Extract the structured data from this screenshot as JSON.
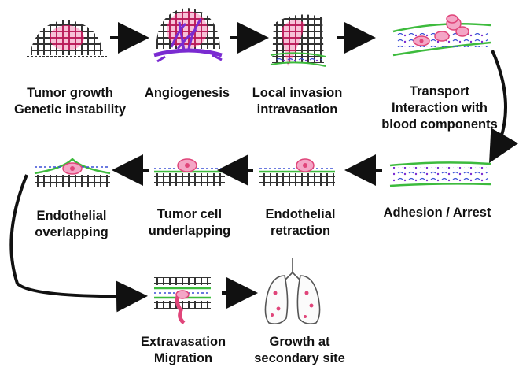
{
  "diagram": {
    "steps": [
      {
        "id": "tumor-growth",
        "lines": [
          "Tumor growth",
          "Genetic instability"
        ]
      },
      {
        "id": "angiogenesis",
        "lines": [
          "Angiogenesis"
        ]
      },
      {
        "id": "local-invasion",
        "lines": [
          "Local invasion",
          "intravasation"
        ]
      },
      {
        "id": "transport",
        "lines": [
          "Transport",
          "Interaction with",
          "blood components"
        ]
      },
      {
        "id": "adhesion",
        "lines": [
          "Adhesion / Arrest"
        ]
      },
      {
        "id": "endothelial-retraction",
        "lines": [
          "Endothelial",
          "retraction"
        ]
      },
      {
        "id": "tumor-cell-underlapping",
        "lines": [
          "Tumor cell",
          "underlapping"
        ]
      },
      {
        "id": "endothelial-overlapping",
        "lines": [
          "Endothelial",
          "overlapping"
        ]
      },
      {
        "id": "extravasation",
        "lines": [
          "Extravasation",
          "Migration"
        ]
      },
      {
        "id": "secondary-growth",
        "lines": [
          "Growth at",
          "secondary site"
        ]
      }
    ]
  },
  "colors": {
    "tumor": "#e0457a",
    "tumor_light": "#f4a6c6",
    "vessel": "#7a2bd1",
    "endothelium": "#3dbb3d",
    "cell_outline": "#333333",
    "blood_blue": "#3a4fd6",
    "arrow": "#111111"
  }
}
